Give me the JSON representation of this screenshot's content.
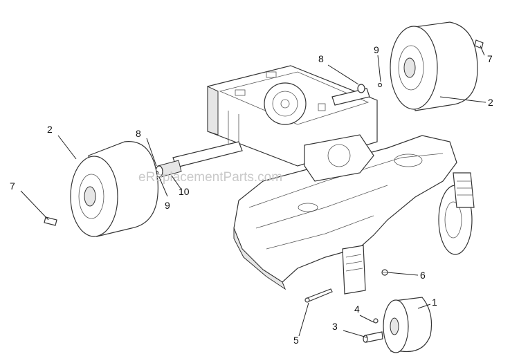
{
  "watermark": "eReplacementParts.com",
  "callouts": [
    {
      "id": "c1",
      "text": "1"
    },
    {
      "id": "c2a",
      "text": "2"
    },
    {
      "id": "c2b",
      "text": "2"
    },
    {
      "id": "c3",
      "text": "3"
    },
    {
      "id": "c4",
      "text": "4"
    },
    {
      "id": "c5",
      "text": "5"
    },
    {
      "id": "c6",
      "text": "6"
    },
    {
      "id": "c7a",
      "text": "7"
    },
    {
      "id": "c7b",
      "text": "7"
    },
    {
      "id": "c8a",
      "text": "8"
    },
    {
      "id": "c8b",
      "text": "8"
    },
    {
      "id": "c9a",
      "text": "9"
    },
    {
      "id": "c9b",
      "text": "9"
    },
    {
      "id": "c10",
      "text": "10"
    }
  ]
}
